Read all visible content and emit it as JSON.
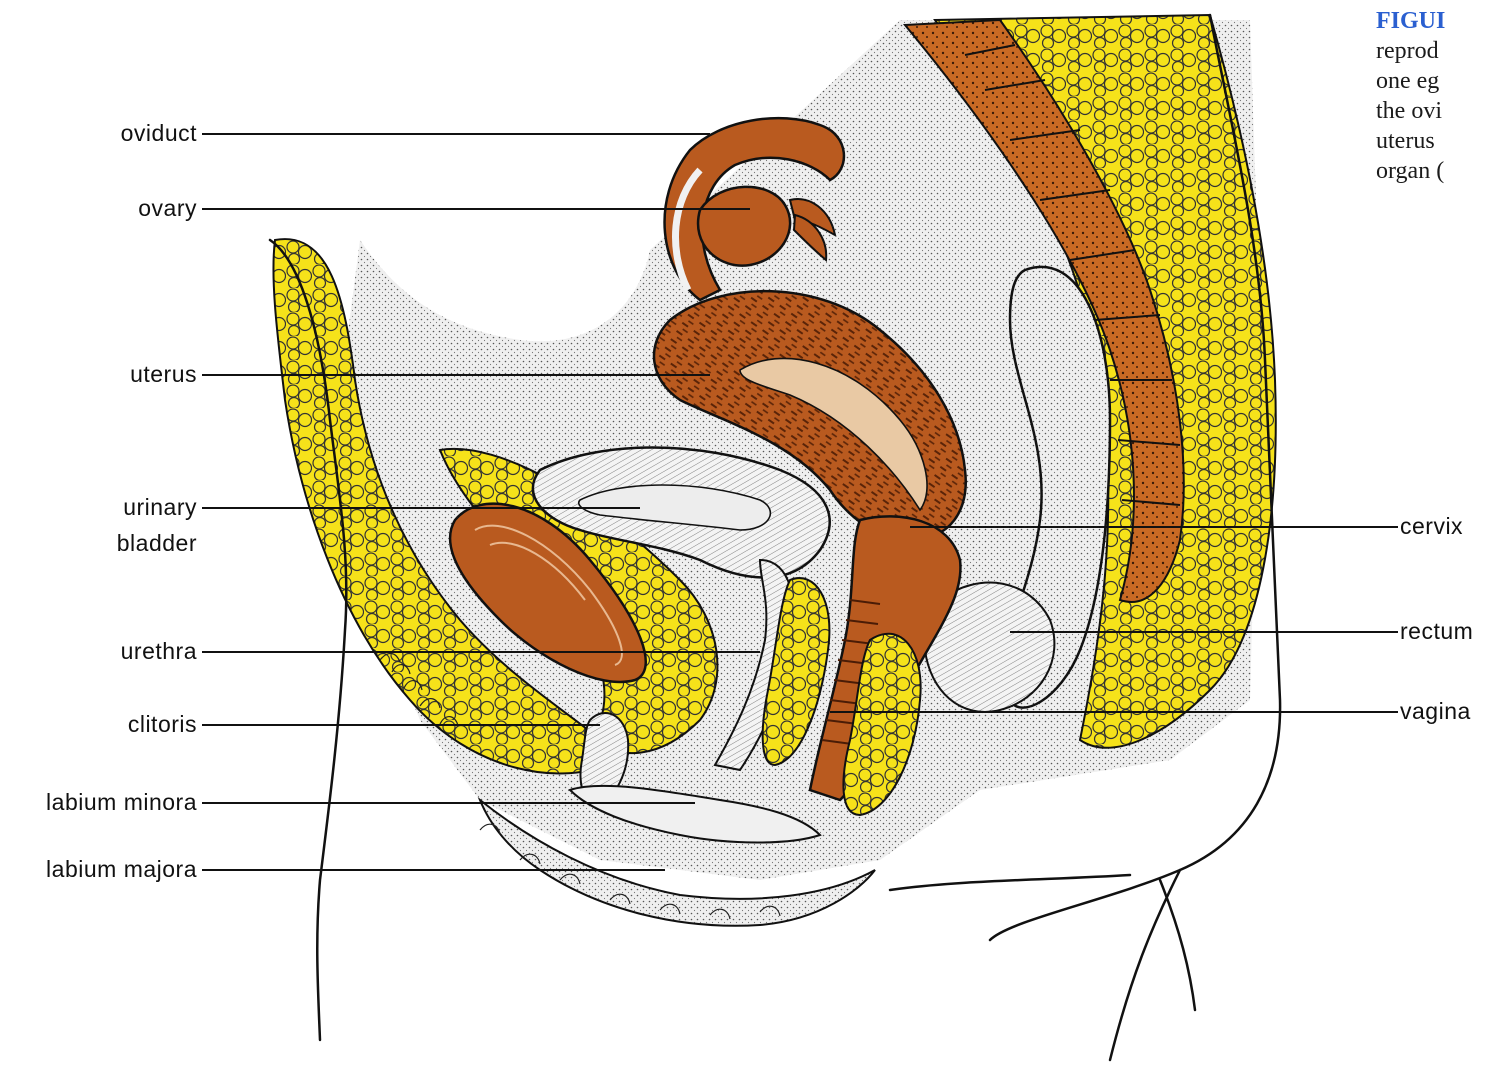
{
  "caption": {
    "figure_label": "FIGUI",
    "lines": [
      "reprod",
      "one eg",
      "the ovi",
      "uterus",
      "organ ("
    ]
  },
  "labels": {
    "oviduct": "oviduct",
    "ovary": "ovary",
    "uterus": "uterus",
    "urinary_bladder_1": "urinary",
    "urinary_bladder_2": "bladder",
    "urethra": "urethra",
    "clitoris": "clitoris",
    "labium_minora": "labium minora",
    "labium_majora": "labium majora",
    "cervix": "cervix",
    "rectum": "rectum",
    "vagina": "vagina"
  },
  "colors": {
    "fat_yellow": "#f6e21a",
    "organ_orange": "#b95a1f",
    "bone_orange": "#c96a24",
    "tissue_gray": "#d9d9d9",
    "outline": "#111111",
    "caption_blue": "#2a5fd0"
  }
}
